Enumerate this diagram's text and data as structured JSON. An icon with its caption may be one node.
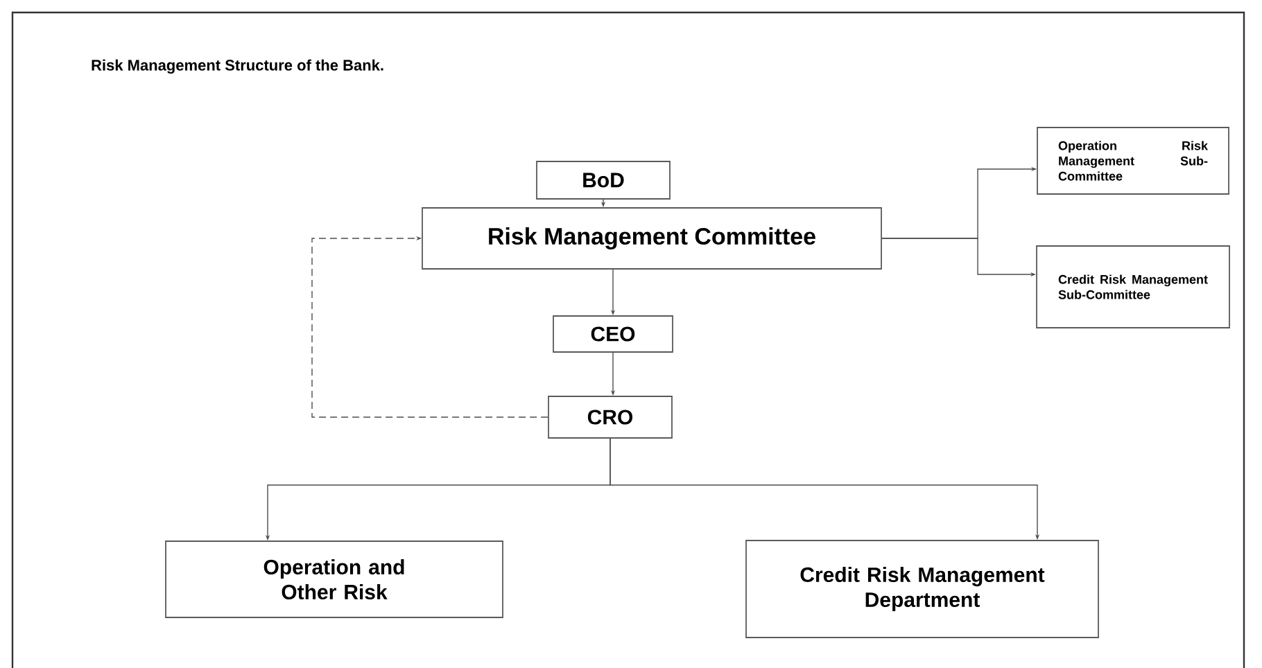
{
  "diagram": {
    "title": "Risk Management Structure of the Bank.",
    "nodes": [
      {
        "text": [
          "BoD"
        ]
      },
      {
        "text": [
          "Risk Management Committee"
        ]
      },
      {
        "text": [
          "Operation Risk Management Sub-Committee"
        ]
      },
      {
        "text": [
          "Credit Risk Management Sub-Committee"
        ]
      },
      {
        "text": [
          "CEO"
        ]
      },
      {
        "text": [
          "CRO"
        ]
      },
      {
        "text": [
          "Operation and Other Risk"
        ]
      },
      {
        "text": [
          "Credit Risk Management Department"
        ]
      }
    ],
    "edges": [
      {
        "from": 0,
        "to": 1,
        "arrow": "to"
      },
      {
        "from": 1,
        "to": 2,
        "arrow": "to"
      },
      {
        "from": 1,
        "to": 3,
        "arrow": "to"
      },
      {
        "from": 1,
        "to": 4,
        "arrow": "to"
      },
      {
        "from": 4,
        "to": 5,
        "arrow": "to"
      },
      {
        "from": 5,
        "to": 1,
        "arrow": "to",
        "style": "dashed"
      },
      {
        "from": 5,
        "to": 6,
        "arrow": "to"
      },
      {
        "from": 5,
        "to": 7,
        "arrow": "to"
      }
    ]
  }
}
